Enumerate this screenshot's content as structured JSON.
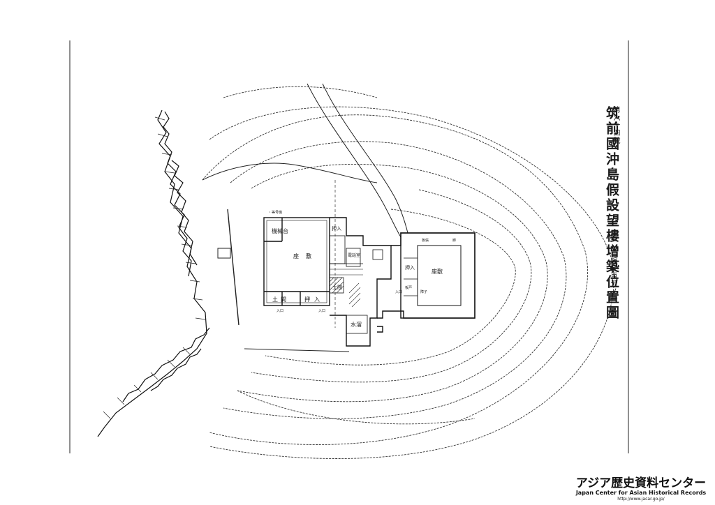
{
  "map": {
    "number": "第六十四號",
    "title": "筑前國沖島假設望樓增築位置圖",
    "scale": "縮尺百分ノ一"
  },
  "labels": {
    "north_mark": "・等号機",
    "tool_stand": "機械台",
    "zashiki": "座敷",
    "oshiire_top": "押入",
    "denwa": "電話室",
    "oshiire_bottom": "押入",
    "doma": "土間",
    "doma_small": "土間",
    "iriguchi_left": "入口",
    "iriguchi_right": "入口",
    "water": "水溜",
    "annex_zashiki": "座敷",
    "annex_oshiire": "押入",
    "annex_door": "板戸",
    "annex_iriguchi": "入口",
    "annex_shoji": "障子",
    "annex_itabari": "板張",
    "annex_ro": "廊"
  },
  "footer": {
    "logo_text": "アジア歴史資料センター",
    "org_name": "Japan Center for Asian Historical Records",
    "url": "http://www.jacar.go.jp/"
  }
}
